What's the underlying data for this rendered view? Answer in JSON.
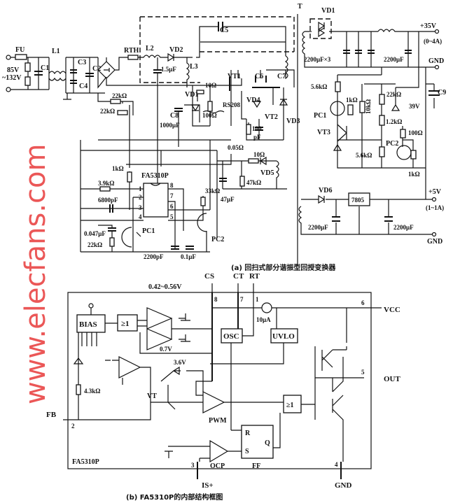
{
  "watermark": "www.elecfans.com",
  "part_a": {
    "caption": "(a) 回扫式部分谐振型回授变换器",
    "input": {
      "fuse": "FU",
      "voltage_line1": "85V",
      "voltage_line2": "~132V"
    },
    "labels": {
      "c1": "C1",
      "l1": "L1",
      "c3": "C3",
      "c4": "C4",
      "c2": "C2",
      "rth": "RTH",
      "l2": "L2",
      "vd2": "VD2",
      "cap_1_5uf": "1.5μF",
      "l3": "L3",
      "c5": "C5",
      "t": "T",
      "vd1_top": "VD1",
      "r22k_a": "22kΩ",
      "r22k_b": "22kΩ",
      "r10": "10Ω",
      "r100": "100Ω",
      "rs208": "RS208",
      "vd1": "VD1",
      "c8": "C8",
      "c1000uf": "1000μF",
      "vt1": "VT1",
      "c6": "C6",
      "c7": "C7",
      "vd4": "VD4",
      "vt2": "VT2",
      "vd3": "VD3",
      "c100pf_1": "100",
      "c100pf_2": "pF",
      "r005": "0.05Ω",
      "r10b": "10Ω",
      "vd5": "VD5",
      "r47k": "47kΩ",
      "c47uf": "47μF",
      "ic": "FA5310P",
      "r1k": "1kΩ",
      "r3_9k": "3.9kΩ",
      "c6800pf": "6800pF",
      "r33k": "33kΩ",
      "c0047": "0.047μF",
      "pc1_bottom": "PC1",
      "r22k_c": "22kΩ",
      "pc2_bottom": "PC2",
      "c2200pf": "2200pF",
      "c01uf": "0.1μF",
      "pins": [
        "1",
        "2",
        "3",
        "4",
        "8",
        "7",
        "6",
        "5"
      ]
    },
    "output_35v": {
      "voltage": "+35V",
      "current": "(0~4A)",
      "gnd": "GND",
      "caps": "2200μF×3",
      "cap2": "2200μF"
    },
    "feedback": {
      "r5_6k_a": "5.6kΩ",
      "r1k_a": "1kΩ",
      "r10k": "10kΩ",
      "pc1": "PC1",
      "r22k": "22kΩ",
      "zener": "39V",
      "c9": "C9",
      "vt3": "VT3",
      "r1_2k": "1.2kΩ",
      "r100": "100Ω",
      "pc2": "PC2",
      "r5_6k_b": "5.6kΩ",
      "r1k_b": "1kΩ"
    },
    "output_5v": {
      "diode": "VD6",
      "regulator": "7805",
      "voltage": "+5V",
      "current": "(1~1A)",
      "cap1": "2200μF",
      "cap2": "2200μF",
      "gnd": "GND"
    }
  },
  "part_b": {
    "caption": "(b) FA5310P的内部结构框图",
    "chip_label": "FA5310P",
    "pins": {
      "cs": "CS",
      "ct": "CT",
      "rt": "RT",
      "vcc": "VCC",
      "out": "OUT",
      "fb": "FB",
      "is": "IS+",
      "gnd": "GND",
      "p8": "8",
      "p7": "7",
      "p1": "1",
      "p6": "6",
      "p5": "5",
      "p2": "2",
      "p3": "3",
      "p4": "4"
    },
    "blocks": {
      "bias": "BIAS",
      "or1": "≥1",
      "osc": "OSC",
      "uvlo": "UVLO",
      "pwm": "PWM",
      "or2": "≥1",
      "ff": "FF",
      "ocp": "OCP",
      "r": "R",
      "s": "S",
      "q": "Q",
      "vt": "VT"
    },
    "values": {
      "cs_range": "0.42~0.56V",
      "v07": "0.7V",
      "v36": "3.6V",
      "i10": "10μA",
      "r43k": "4.3kΩ"
    }
  }
}
